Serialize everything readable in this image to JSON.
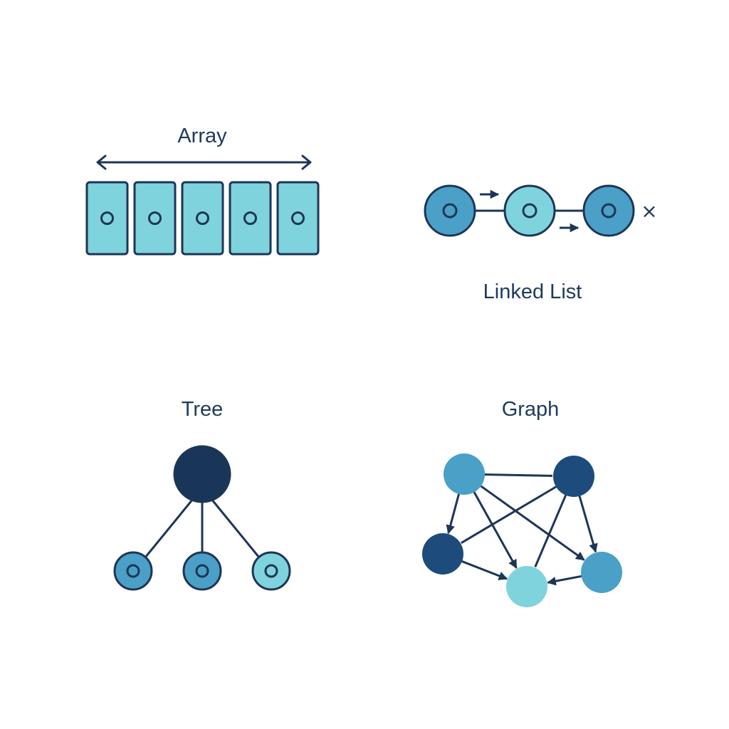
{
  "labels": {
    "array": "Array",
    "linked_list": "Linked List",
    "tree": "Tree",
    "graph": "Graph"
  },
  "colors": {
    "text": "#1e3a5c",
    "stroke": "#1d3557",
    "light": "#7fd3dc",
    "mid": "#4aa0c6",
    "dark": "#1d4c7c",
    "navy": "#193658"
  },
  "array": {
    "cell_count": 5
  },
  "linked_list": {
    "nodes": [
      {
        "id": "n1",
        "shade": "mid"
      },
      {
        "id": "n2",
        "shade": "light"
      },
      {
        "id": "n3",
        "shade": "mid"
      }
    ],
    "terminator": "×"
  },
  "tree": {
    "root": {
      "shade": "navy"
    },
    "children": [
      {
        "id": "c1",
        "shade": "mid"
      },
      {
        "id": "c2",
        "shade": "mid"
      },
      {
        "id": "c3",
        "shade": "light"
      }
    ]
  },
  "graph": {
    "nodes": [
      {
        "id": "A",
        "shade": "mid"
      },
      {
        "id": "B",
        "shade": "dark"
      },
      {
        "id": "C",
        "shade": "dark"
      },
      {
        "id": "D",
        "shade": "light"
      },
      {
        "id": "E",
        "shade": "mid"
      }
    ],
    "edges": [
      {
        "from": "A",
        "to": "B",
        "arrow": false
      },
      {
        "from": "A",
        "to": "C",
        "arrow": true
      },
      {
        "from": "A",
        "to": "D",
        "arrow": true
      },
      {
        "from": "A",
        "to": "E",
        "arrow": true
      },
      {
        "from": "B",
        "to": "C",
        "arrow": false
      },
      {
        "from": "B",
        "to": "D",
        "arrow": false
      },
      {
        "from": "B",
        "to": "E",
        "arrow": true
      },
      {
        "from": "C",
        "to": "D",
        "arrow": true
      },
      {
        "from": "E",
        "to": "D",
        "arrow": true
      }
    ]
  }
}
